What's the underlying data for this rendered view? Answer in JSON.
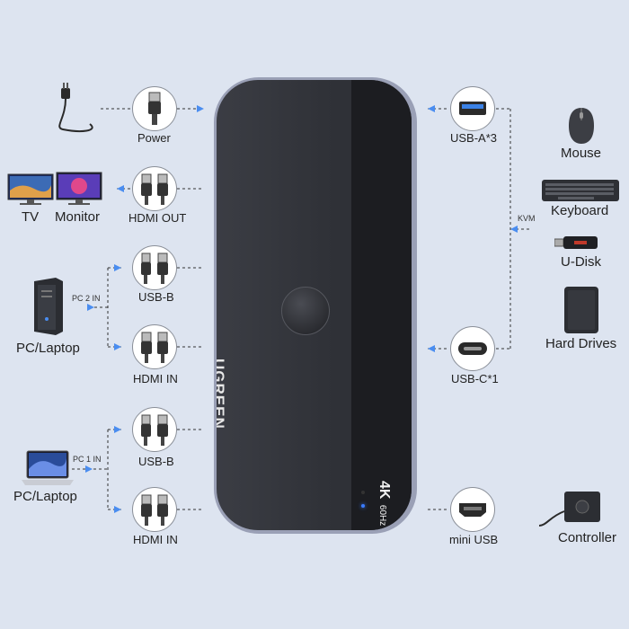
{
  "device": {
    "brand": "UGREEN",
    "spec_resolution": "4K",
    "spec_refresh": "60Hz"
  },
  "ports_left": {
    "power": "Power",
    "hdmi_out": "HDMI OUT",
    "usb_b_pc2": "USB-B",
    "hdmi_in_pc2": "HDMI IN",
    "usb_b_pc1": "USB-B",
    "hdmi_in_pc1": "HDMI IN"
  },
  "ports_right": {
    "usb_a": "USB-A*3",
    "usb_c": "USB-C*1",
    "mini_usb": "mini USB",
    "kvm": "KVM"
  },
  "left_devices": {
    "tv": "TV",
    "monitor": "Monitor",
    "pc2_tag": "PC 2 IN",
    "pc2": "PC/Laptop",
    "pc1_tag": "PC 1 IN",
    "pc1": "PC/Laptop"
  },
  "right_devices": {
    "mouse": "Mouse",
    "keyboard": "Keyboard",
    "udisk": "U-Disk",
    "hard_drives": "Hard Drives",
    "controller": "Controller"
  },
  "colors": {
    "background": "#dde4f0",
    "arrow": "#4a8df0",
    "led": "#3a7bff"
  }
}
